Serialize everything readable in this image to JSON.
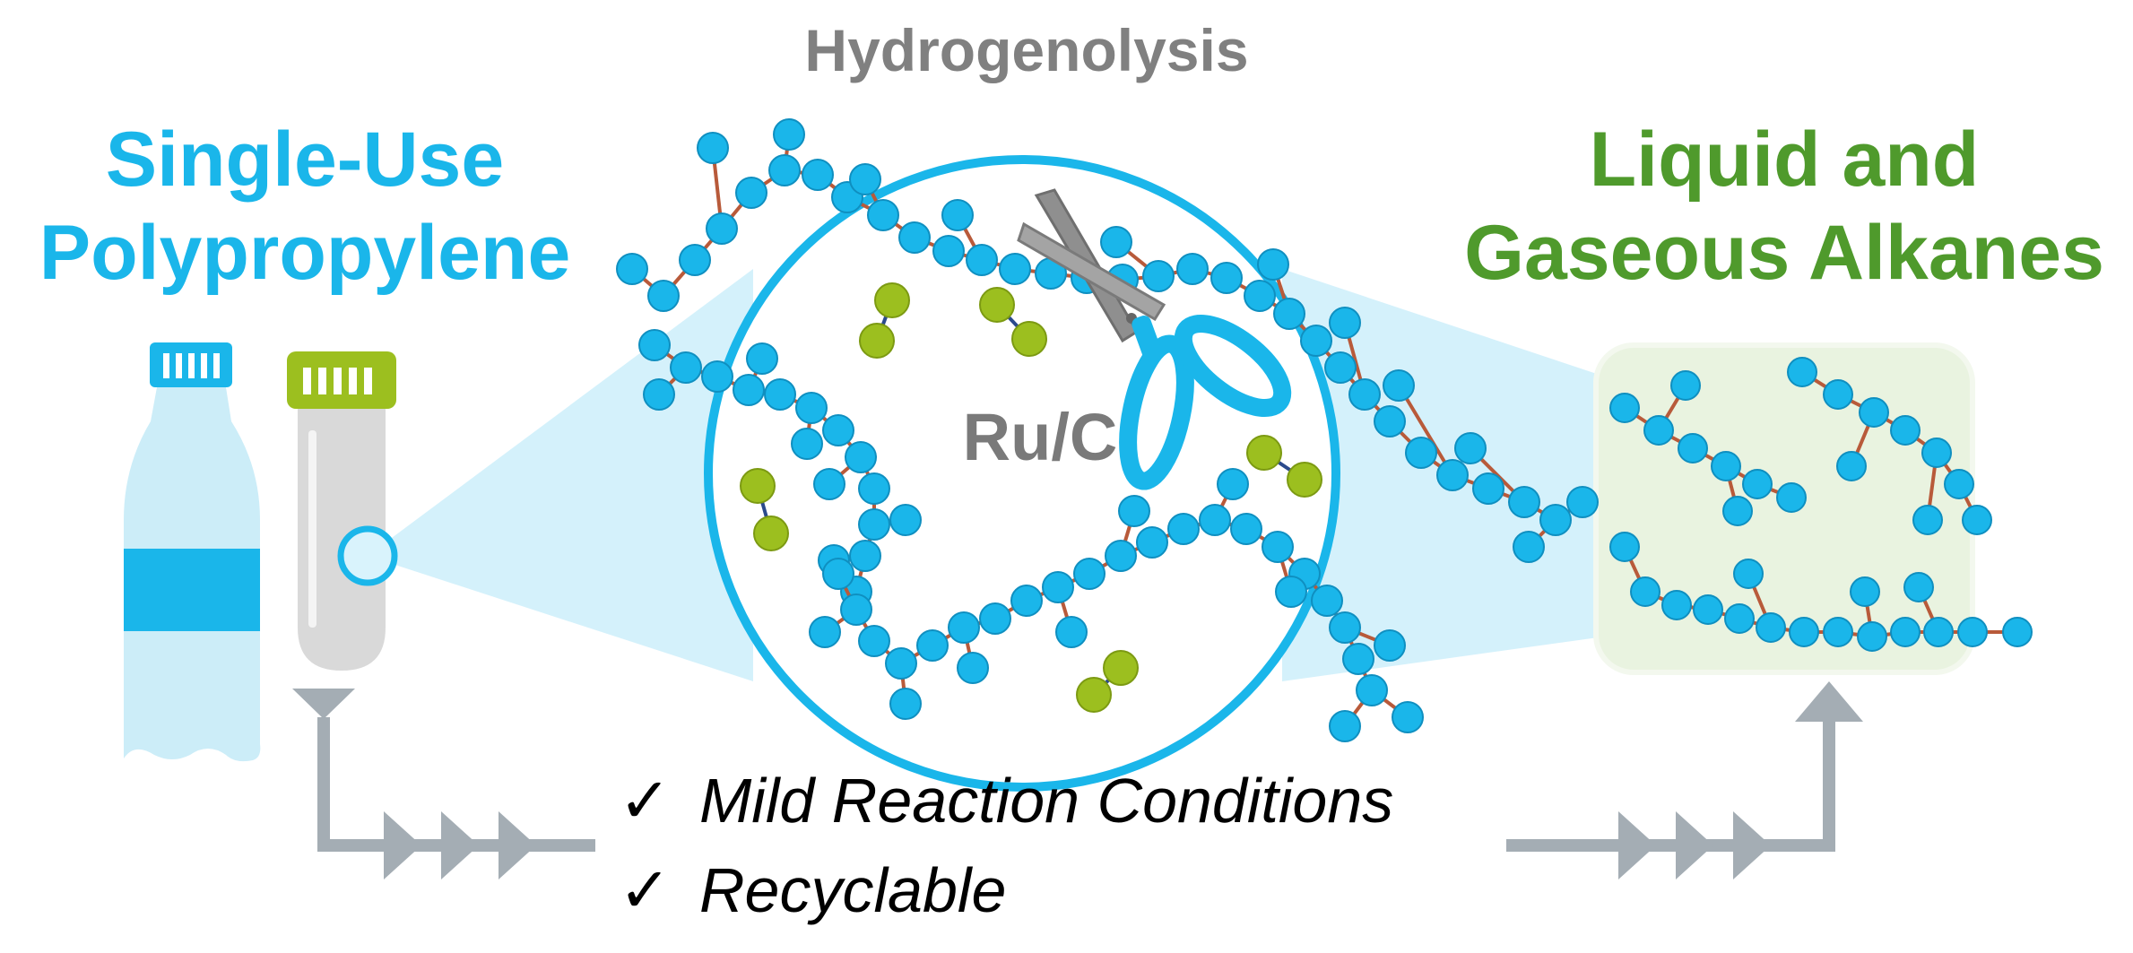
{
  "labels": {
    "top_title": "Hydrogenolysis",
    "left_title_line1": "Single-Use",
    "left_title_line2": "Polypropylene",
    "right_title_line1": "Liquid and",
    "right_title_line2": "Gaseous Alkanes",
    "catalyst": "Ru/C"
  },
  "conditions": [
    {
      "check": "✓",
      "text": "Mild Reaction Conditions"
    },
    {
      "check": "✓",
      "text": "Recyclable"
    }
  ],
  "icons": {
    "cutter": "scissors-icon",
    "check": "check-mark-icon",
    "container_left": "plastic-bottle-icon",
    "container_right": "sample-tube-icon"
  },
  "colors": {
    "left_title": "#1ab6ea",
    "right_title": "#4f9a2c",
    "top_title": "#808080",
    "polymer_bead": "#1ab6ea",
    "hydrogen_bead": "#9cbf1f",
    "bond": "#b85a3a",
    "arrow": "#a4adb4",
    "zoom_fill": "#cdeefa",
    "product_panel": "#e9f3e0"
  }
}
